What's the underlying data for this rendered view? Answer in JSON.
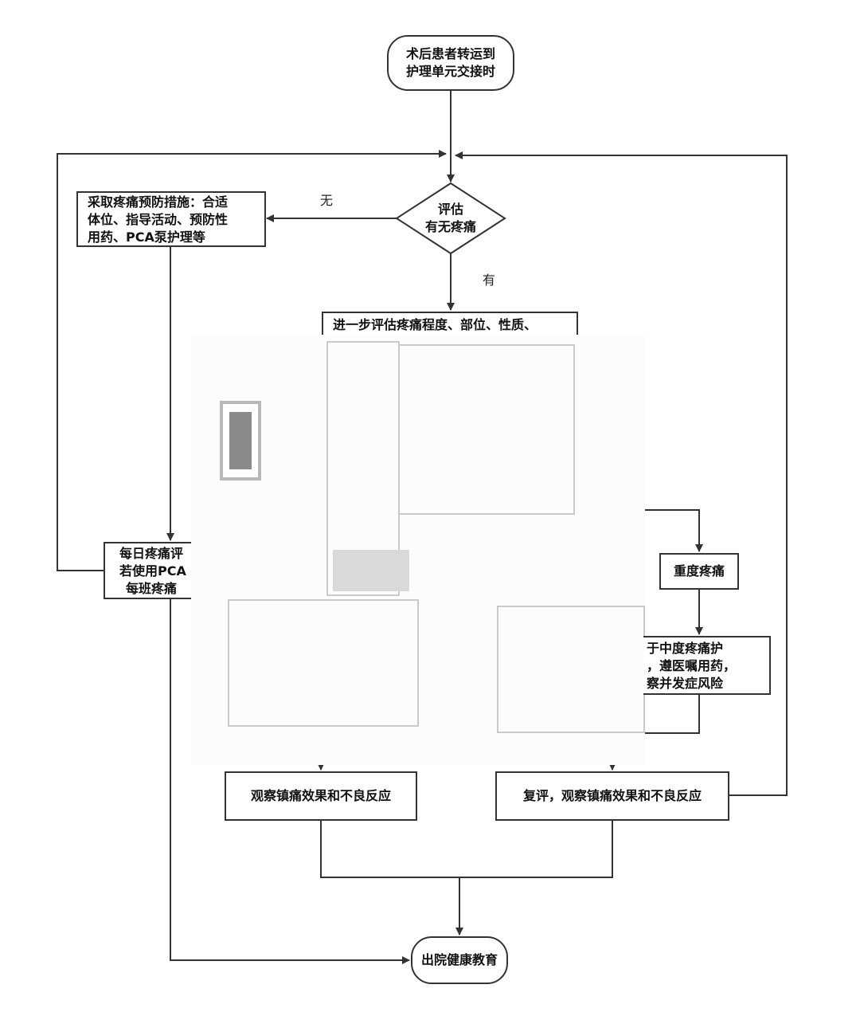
{
  "nodes": {
    "start": [
      "术后患者转运到",
      "护理单元交接时"
    ],
    "assess": [
      "评估",
      "有无疼痛"
    ],
    "prevent": [
      "采取疼痛预防措施：合适",
      "体位、指导活动、预防性",
      "用药、PCA泵护理等"
    ],
    "further": [
      "进一步评估疼痛程度、部位、性质、"
    ],
    "daily": [
      "每日疼痛评",
      "若使用PCA",
      "每班疼痛"
    ],
    "severe": "重度疼痛",
    "moderate": [
      "于中度疼痛护",
      "，遵医嘱用药，",
      "察并发症风险"
    ],
    "observe": "观察镇痛效果和不良反应",
    "reassess": "复评，观察镇痛效果和不良反应",
    "discharge": "出院健康教育"
  },
  "edge_labels": {
    "no": "无",
    "yes": "有"
  },
  "colors": {
    "stroke": "#333333",
    "overlay": "#fcfcfc"
  }
}
